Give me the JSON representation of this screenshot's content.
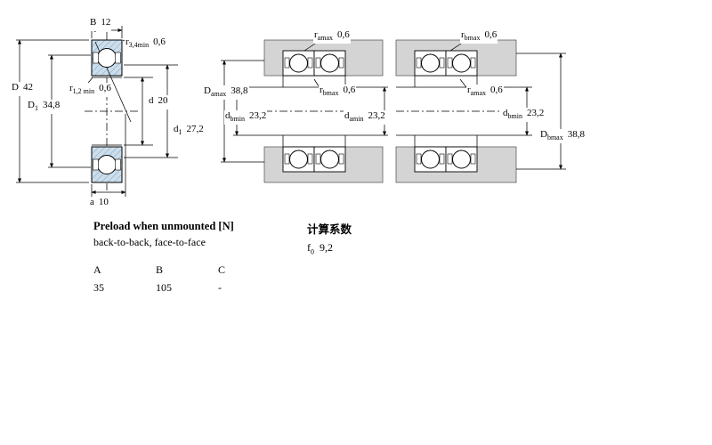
{
  "colors": {
    "bearing_fill": "#ccdeec",
    "hatch_line": "#7fa3bd",
    "housing_gray": "#d4d4d4",
    "line": "#000000"
  },
  "left_view": {
    "dims": {
      "B": {
        "sym": "B",
        "sub": "",
        "val": "12"
      },
      "r34": {
        "sym": "r",
        "sub": "3,4min",
        "val": "0,6"
      },
      "D": {
        "sym": "D",
        "sub": "",
        "val": "42"
      },
      "r12": {
        "sym": "r",
        "sub": "1,2 min",
        "val": "0,6"
      },
      "D1": {
        "sym": "D",
        "sub": "1",
        "val": "34,8"
      },
      "d": {
        "sym": "d",
        "sub": "",
        "val": "20"
      },
      "d1": {
        "sym": "d",
        "sub": "1",
        "val": "27,2"
      },
      "a": {
        "sym": "a",
        "sub": "",
        "val": "10"
      }
    }
  },
  "middle_view": {
    "dims": {
      "ramax": {
        "sym": "r",
        "sub": "amax",
        "val": "0,6"
      },
      "Damax": {
        "sym": "D",
        "sub": "amax",
        "val": "38,8"
      },
      "rbmax": {
        "sym": "r",
        "sub": "bmax",
        "val": "0,6"
      },
      "dbmin": {
        "sym": "d",
        "sub": "bmin",
        "val": "23,2"
      },
      "damin": {
        "sym": "d",
        "sub": "amin",
        "val": "23,2"
      }
    }
  },
  "right_view": {
    "dims": {
      "rbmax": {
        "sym": "r",
        "sub": "bmax",
        "val": "0,6"
      },
      "ramax": {
        "sym": "r",
        "sub": "amax",
        "val": "0,6"
      },
      "dbmin": {
        "sym": "d",
        "sub": "bmin",
        "val": "23,2"
      },
      "Dbmax": {
        "sym": "D",
        "sub": "bmax",
        "val": "38,8"
      }
    }
  },
  "preload": {
    "title": "Preload when unmounted [N]",
    "subtitle": "back-to-back, face-to-face",
    "columns": [
      "A",
      "B",
      "C"
    ],
    "values": [
      "35",
      "105",
      "-"
    ]
  },
  "factors": {
    "title": "计算系数",
    "f0": {
      "sym": "f",
      "sub": "0",
      "val": "9,2"
    }
  }
}
